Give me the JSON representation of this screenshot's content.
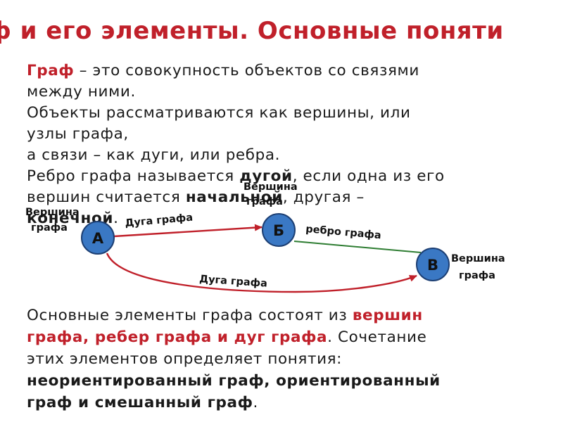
{
  "title": "ф и его элементы. Основные поняти",
  "intro": {
    "term": "Граф",
    "line1_rest": " – это совокупность объектов со связями",
    "line2": "между ними.",
    "line3": "Объекты рассматриваются как вершины, или",
    "line4": "узлы графа,",
    "line5": "а связи – как дуги, или ребра.",
    "line6_a": "Ребро графа называется ",
    "line6_term": "дугой",
    "line6_b": ", если одна из его",
    "line7_a": "вершин считается ",
    "line7_term": "начальной",
    "line7_b": ", другая –",
    "line8_term": "конечной",
    "line8_b": "."
  },
  "diagram": {
    "nodes": {
      "a": "А",
      "b": "Б",
      "c": "В"
    },
    "labels": {
      "vertex_a_line1": "Вершина",
      "vertex_a_line2": "графа",
      "vertex_b_line1": "Вершина",
      "vertex_b_line2": "графа",
      "vertex_c_line1": "Вершина",
      "vertex_c_line2": "графа",
      "arc_top": "Дуга графа",
      "edge": "ребро графа",
      "arc_bottom": "Дуга графа"
    },
    "colors": {
      "node_fill": "#3a78c4",
      "node_stroke": "#1d3f73",
      "arc": "#c0202a",
      "edge": "#2e7d32"
    }
  },
  "bottom": {
    "a": "Основные элементы графа состоят из ",
    "r1": "вершин",
    "r2": "графа, ребер графа и дуг графа",
    "b": ". Сочетание",
    "line3": "этих элементов определяет понятия:",
    "bold1": "неориентированный граф, ориентированный",
    "bold2": "граф и смешанный граф",
    "end": "."
  }
}
